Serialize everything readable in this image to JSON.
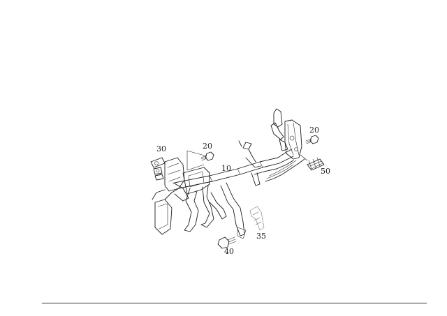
{
  "diagram": {
    "callouts": [
      {
        "id": "part-10",
        "label": "10"
      },
      {
        "id": "part-20-left",
        "label": "20"
      },
      {
        "id": "part-20-right",
        "label": "20"
      },
      {
        "id": "part-30",
        "label": "30"
      },
      {
        "id": "part-35",
        "label": "35"
      },
      {
        "id": "part-40",
        "label": "40"
      },
      {
        "id": "part-50",
        "label": "50"
      }
    ]
  },
  "colors": {
    "line": "#1c1c1c",
    "background": "#ffffff",
    "rule": "#333333"
  }
}
